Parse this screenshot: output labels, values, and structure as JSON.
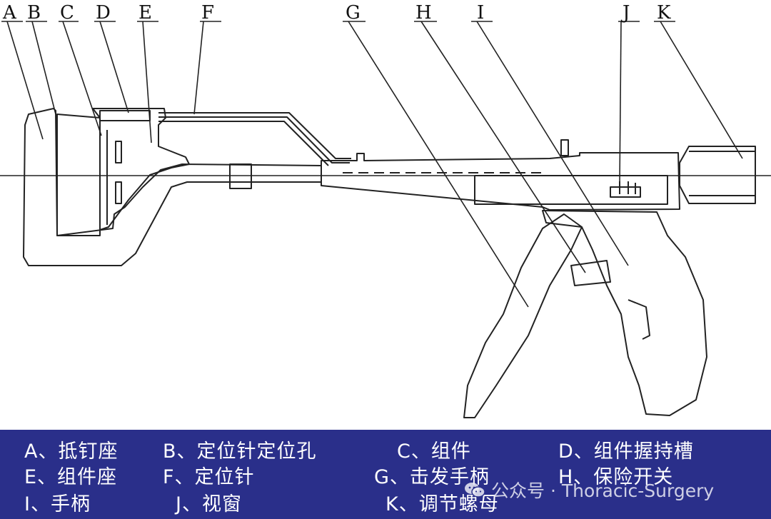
{
  "diagram": {
    "labels": {
      "a": "A",
      "b": "B",
      "c": "C",
      "d": "D",
      "e": "E",
      "f": "F",
      "g": "G",
      "h": "H",
      "i": "I",
      "j": "J",
      "k": "K"
    }
  },
  "legend": {
    "background": "#2a2f8a",
    "items": [
      "A、抵钉座",
      "B、定位针定位孔",
      "C、组件",
      "D、组件握持槽",
      "E、组件座",
      "F、定位针",
      "G、击发手柄",
      "H、保险开关",
      "I、手柄",
      "J、视窗",
      "K、调节螺母"
    ]
  },
  "watermark": {
    "icon": "wechat-icon",
    "text": "公众号 · Thoracic-Surgery"
  }
}
